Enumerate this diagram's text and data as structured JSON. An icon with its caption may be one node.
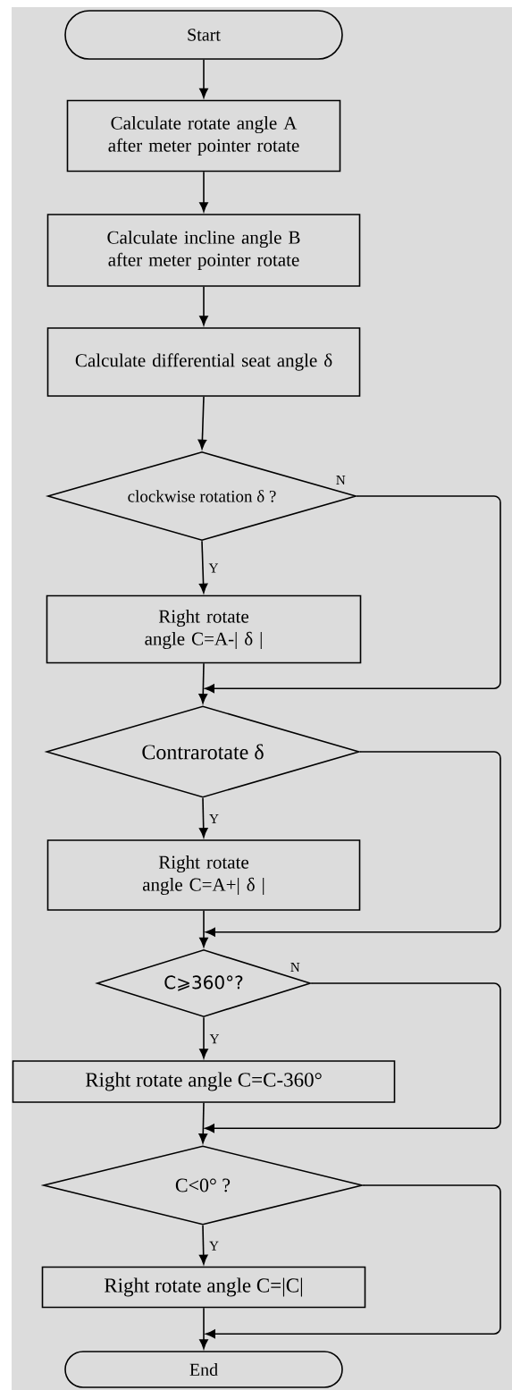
{
  "diagram": {
    "nodes": [
      {
        "text": [
          "Start"
        ]
      },
      {
        "text": [
          "Calculate rotate angle A after meter pointer rotate"
        ]
      },
      {
        "text": [
          "Calculate incline angle B after meter pointer rotate"
        ]
      },
      {
        "text": [
          "Calculate differential seat angle δ"
        ]
      },
      {
        "text": [
          "clockwise rotation δ ?"
        ]
      },
      {
        "text": [
          "Right rotate angle C=A-| δ |"
        ]
      },
      {
        "text": [
          "Contrarotate δ"
        ]
      },
      {
        "text": [
          "Right rotate angle C=A+| δ |"
        ]
      },
      {
        "text": [
          "C⩾360°?"
        ]
      },
      {
        "text": [
          "Right rotate angle C=C-360°"
        ]
      },
      {
        "text": [
          "C<0° ?"
        ]
      },
      {
        "text": [
          "Right rotate angle C=|C|"
        ]
      },
      {
        "text": [
          "End"
        ]
      }
    ],
    "edges": [
      {
        "from": 0,
        "to": 1,
        "arrow": "to"
      },
      {
        "from": 1,
        "to": 2,
        "arrow": "to"
      },
      {
        "from": 2,
        "to": 3,
        "arrow": "to"
      },
      {
        "from": 3,
        "to": 4,
        "arrow": "to"
      },
      {
        "from": 4,
        "to": 5,
        "arrow": "to",
        "label": "Y"
      },
      {
        "from": 4,
        "to": 6,
        "arrow": "to",
        "label": "N"
      },
      {
        "from": 5,
        "to": 6,
        "arrow": "to"
      },
      {
        "from": 6,
        "to": 7,
        "arrow": "to",
        "label": "Y"
      },
      {
        "from": 6,
        "to": 8,
        "arrow": "to"
      },
      {
        "from": 7,
        "to": 8,
        "arrow": "to"
      },
      {
        "from": 8,
        "to": 9,
        "arrow": "to",
        "label": "Y"
      },
      {
        "from": 8,
        "to": 10,
        "arrow": "to",
        "label": "N"
      },
      {
        "from": 9,
        "to": 10,
        "arrow": "to"
      },
      {
        "from": 10,
        "to": 11,
        "arrow": "to",
        "label": "Y"
      },
      {
        "from": 10,
        "to": 12,
        "arrow": "to"
      },
      {
        "from": 11,
        "to": 12,
        "arrow": "to"
      }
    ]
  }
}
